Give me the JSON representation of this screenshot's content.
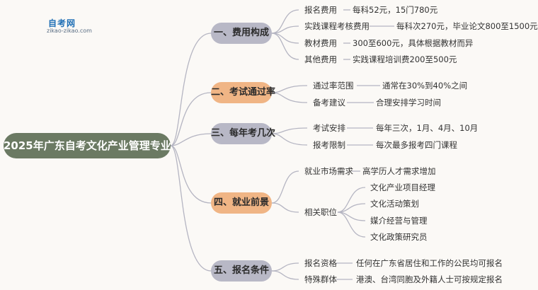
{
  "logo": {
    "icon": "graduation-cap-icon",
    "title": "自考网",
    "subtitle": "zikao-zikao.com"
  },
  "root": {
    "label": "2025年广东自考文化产业管理专业"
  },
  "colors": {
    "root": "#6b7a63",
    "branch_gray": "#b8b8c6",
    "branch_orange": "#f0b585",
    "connector": "#b5b5c2"
  },
  "branches": [
    {
      "label": "一、费用构成",
      "items": [
        {
          "label": "报名费用",
          "value": "每科52元，15门780元"
        },
        {
          "label": "实践课程考核费用",
          "value": "每科次270元，毕业论文800至1500元"
        },
        {
          "label": "教材费用",
          "value": "300至600元，具体根据教材而异"
        },
        {
          "label": "其他费用",
          "value": "实践课程培训费200至500元"
        }
      ]
    },
    {
      "label": "二、考试通过率",
      "items": [
        {
          "label": "通过率范围",
          "value": "通常在30%到40%之间"
        },
        {
          "label": "备考建议",
          "value": "合理安排学习时间"
        }
      ]
    },
    {
      "label": "三、每年考几次",
      "items": [
        {
          "label": "考试安排",
          "value": "每年三次，1月、4月、10月"
        },
        {
          "label": "报考限制",
          "value": "每次最多报考四门课程"
        }
      ]
    },
    {
      "label": "四、就业前景",
      "items": [
        {
          "label": "就业市场需求",
          "value": "高学历人才需求增加"
        },
        {
          "label": "相关职位",
          "values": [
            "文化产业项目经理",
            "文化活动策划",
            "媒介经营与管理",
            "文化政策研究员"
          ]
        }
      ]
    },
    {
      "label": "五、报名条件",
      "items": [
        {
          "label": "报名资格",
          "value": "任何在广东省居住和工作的公民均可报名"
        },
        {
          "label": "特殊群体",
          "value": "港澳、台湾同胞及外籍人士可按规定报名"
        }
      ]
    }
  ]
}
